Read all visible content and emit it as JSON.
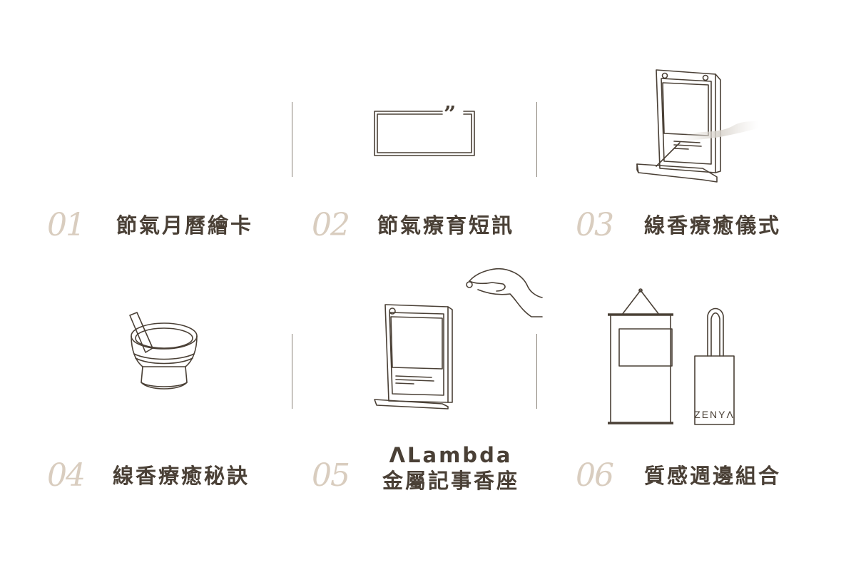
{
  "items": [
    {
      "number": "01",
      "title": "節氣月曆繪卡"
    },
    {
      "number": "02",
      "title": "節氣療育短訊"
    },
    {
      "number": "03",
      "title": "線香療癒儀式"
    },
    {
      "number": "04",
      "title": "線香療癒秘訣"
    },
    {
      "number": "05",
      "title_line1": "ΛLambda",
      "title_line2": "金屬記事香座"
    },
    {
      "number": "06",
      "title": "質感週邊組合"
    }
  ],
  "bag_label": "ZENYΛ",
  "quote_mark": "”",
  "colors": {
    "text": "#4a4036",
    "number": "#d9cdbf",
    "line": "#8a8278"
  }
}
